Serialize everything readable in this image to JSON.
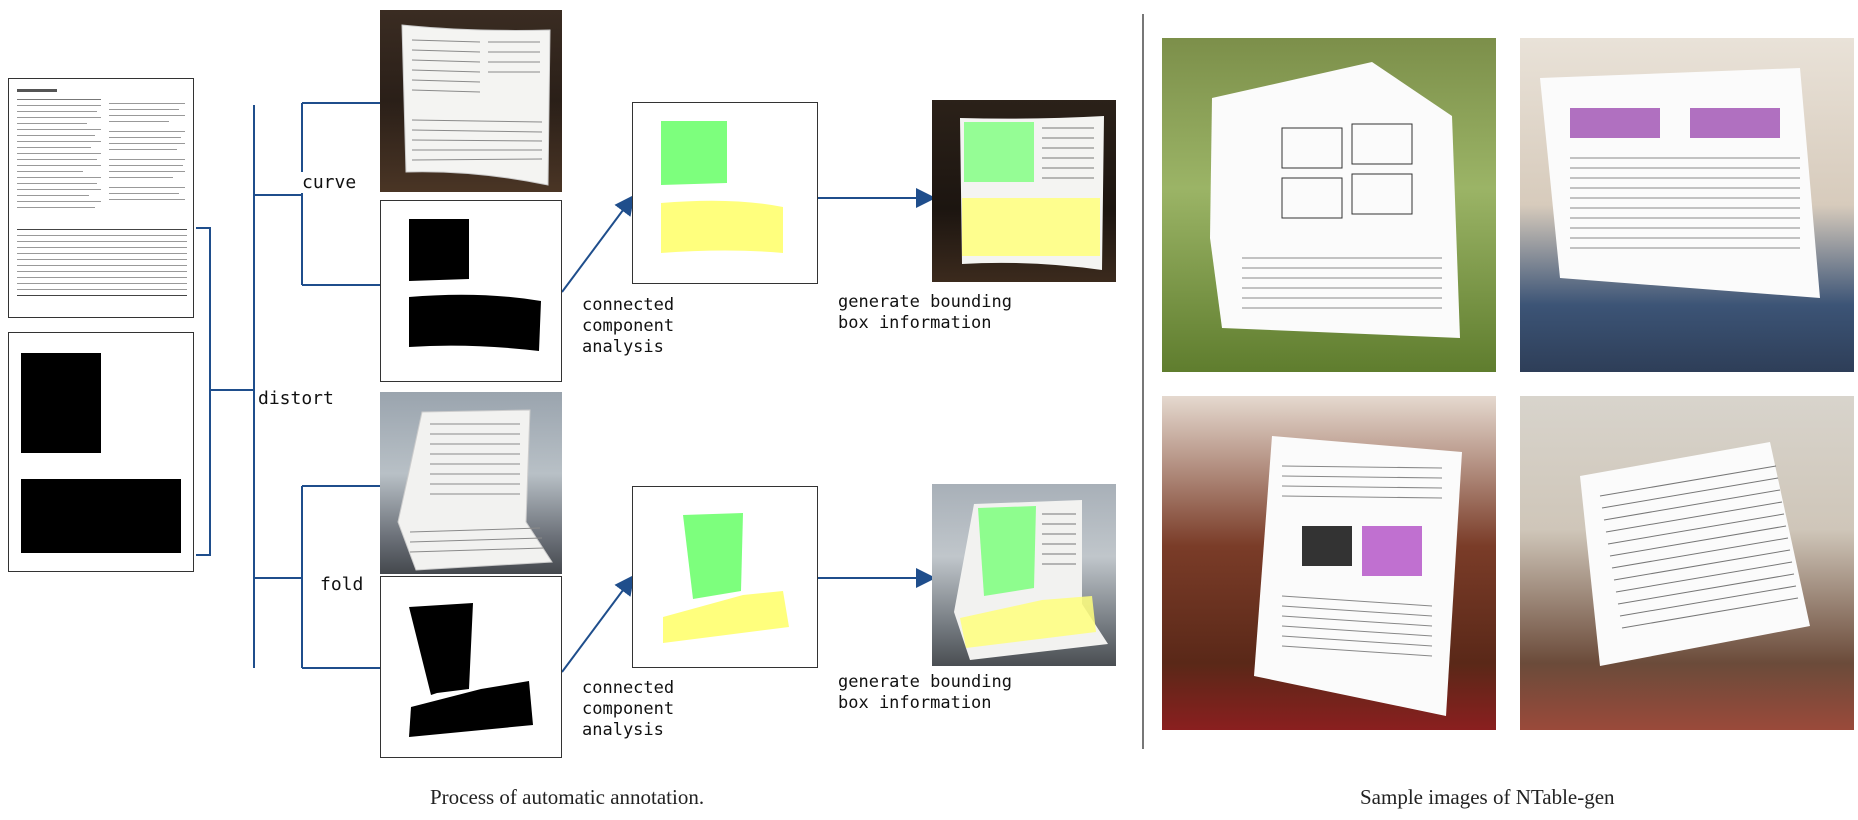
{
  "labels": {
    "curve": "curve",
    "fold": "fold",
    "distort": "distort",
    "cca_1": "connected\ncomponent\nanalysis",
    "cca_2": "connected\ncomponent\nanalysis",
    "bbox_1": "generate bounding\nbox information",
    "bbox_2": "generate bounding\nbox information"
  },
  "captions": {
    "left": "Process of automatic annotation.",
    "right": "Sample images of NTable-gen"
  },
  "colors": {
    "arrow": "#1f4e8c",
    "table_mask_green": "#7dff7d",
    "table_mask_yellow": "#ffff7d",
    "mask_black": "#000000"
  }
}
